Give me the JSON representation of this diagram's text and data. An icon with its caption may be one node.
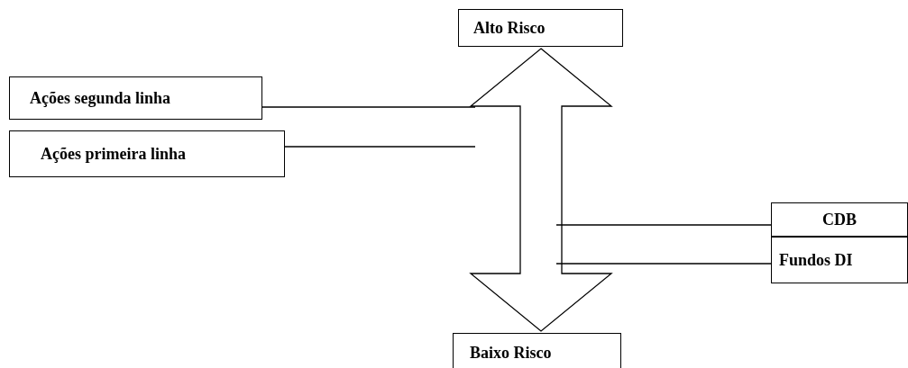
{
  "diagram": {
    "nodes": [
      {
        "text": [
          "Alto Risco"
        ]
      },
      {
        "text": [
          "Ações segunda linha"
        ]
      },
      {
        "text": [
          "Ações primeira linha"
        ]
      },
      {
        "text": [
          "CDB"
        ]
      },
      {
        "text": [
          "Fundos DI"
        ]
      },
      {
        "text": [
          "Baixo Risco"
        ]
      }
    ],
    "edges": [
      {
        "from": 0,
        "to": 5,
        "arrow": "both",
        "style": "thick"
      },
      {
        "from": 1,
        "to": null,
        "arrow": "none"
      },
      {
        "from": 2,
        "to": null,
        "arrow": "none"
      },
      {
        "from": 3,
        "to": null,
        "arrow": "none"
      },
      {
        "from": 4,
        "to": null,
        "arrow": "none"
      }
    ]
  }
}
